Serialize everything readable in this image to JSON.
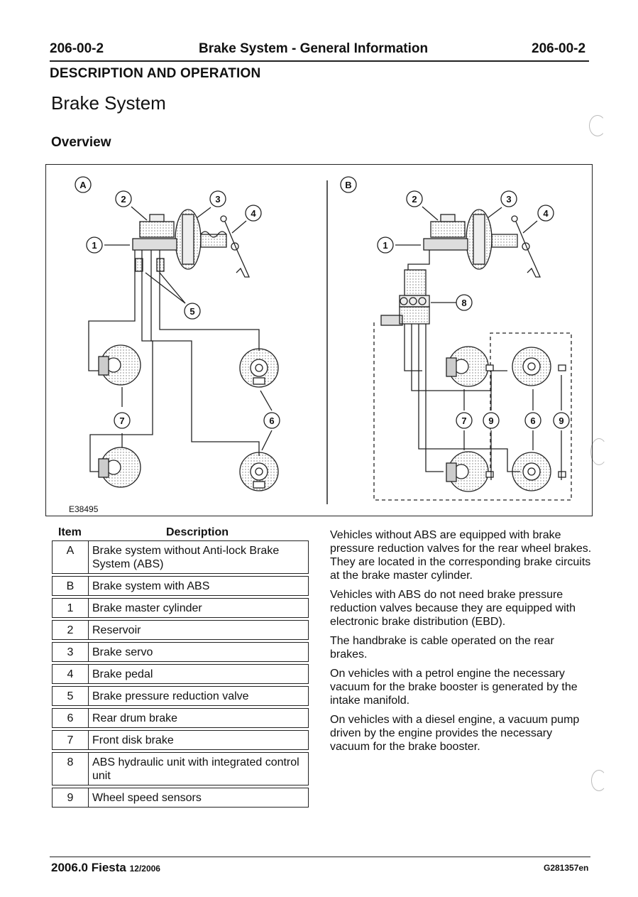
{
  "header": {
    "left": "206-00-2",
    "center": "Brake System - General Information",
    "right": "206-00-2"
  },
  "section": "DESCRIPTION AND OPERATION",
  "title": "Brake System",
  "subtitle": "Overview",
  "figure": {
    "id": "E38495",
    "panel_a": "A",
    "panel_b": "B",
    "callouts": [
      "1",
      "2",
      "3",
      "4",
      "5",
      "6",
      "7",
      "8",
      "9"
    ]
  },
  "table": {
    "col_item": "Item",
    "col_desc": "Description",
    "rows": [
      {
        "item": "A",
        "desc": "Brake system without Anti-lock Brake System (ABS)"
      },
      {
        "item": "B",
        "desc": "Brake system with ABS"
      },
      {
        "item": "1",
        "desc": "Brake master cylinder"
      },
      {
        "item": "2",
        "desc": "Reservoir"
      },
      {
        "item": "3",
        "desc": "Brake servo"
      },
      {
        "item": "4",
        "desc": "Brake pedal"
      },
      {
        "item": "5",
        "desc": "Brake pressure reduction valve"
      },
      {
        "item": "6",
        "desc": "Rear drum brake"
      },
      {
        "item": "7",
        "desc": "Front disk brake"
      },
      {
        "item": "8",
        "desc": "ABS hydraulic unit with integrated control unit"
      },
      {
        "item": "9",
        "desc": "Wheel speed sensors"
      }
    ]
  },
  "paragraphs": [
    "Vehicles without ABS are equipped with brake pressure reduction valves for the rear wheel brakes. They are located in the corresponding brake circuits at the brake master cylinder.",
    "Vehicles with ABS do not need brake pressure reduction valves because they are equipped with electronic brake distribution (EBD).",
    "The handbrake is cable operated on the rear brakes.",
    "On vehicles with a petrol engine the necessary vacuum for the brake booster is generated by the intake manifold.",
    "On vehicles with a diesel engine, a vacuum pump driven by the engine provides the necessary vacuum for the brake booster."
  ],
  "footer": {
    "model": "2006.0 Fiesta",
    "date": "12/2006",
    "code": "G281357en"
  }
}
